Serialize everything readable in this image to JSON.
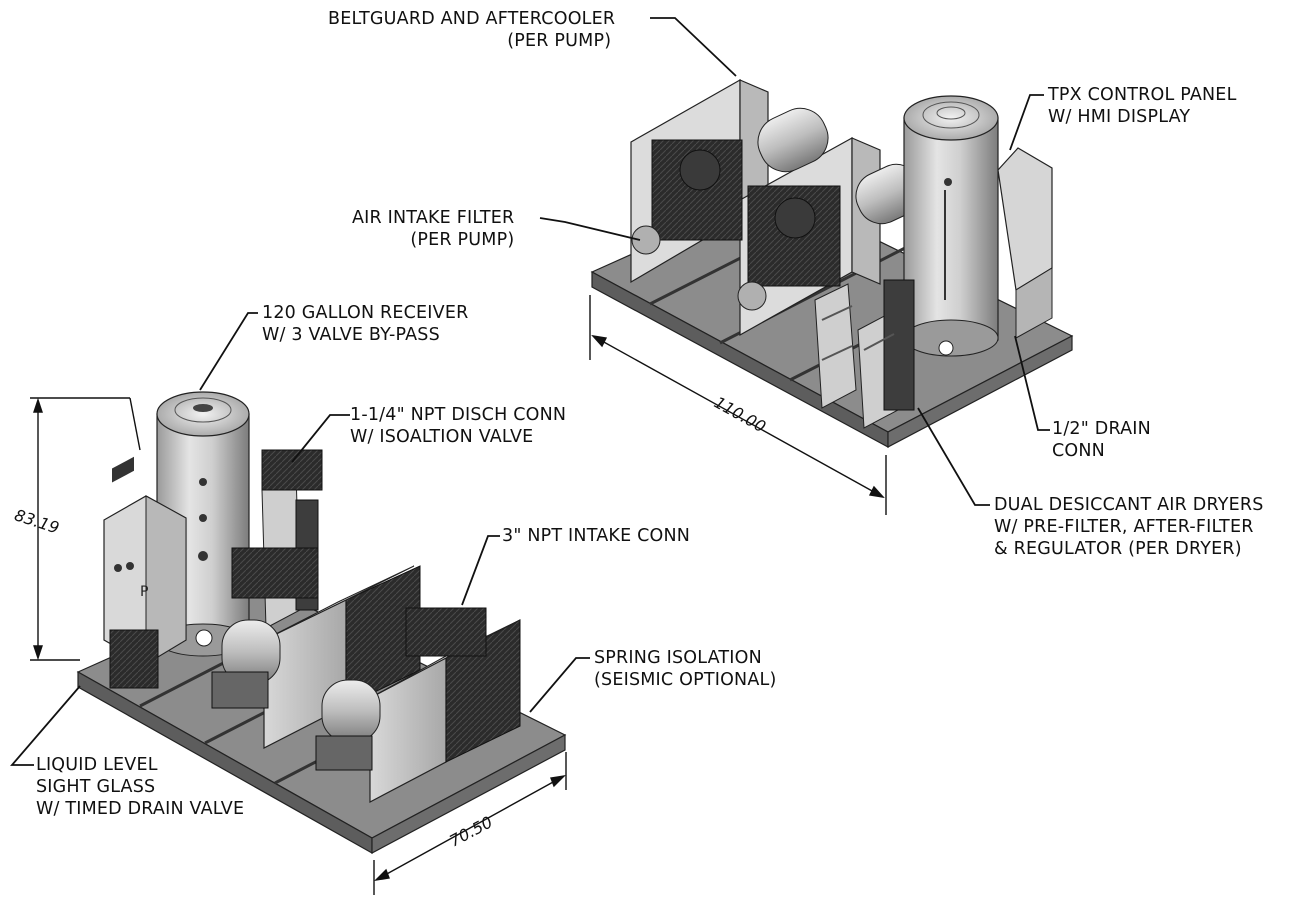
{
  "callouts": {
    "beltguard": {
      "line1": "BELTGUARD AND AFTERCOOLER",
      "line2": "(PER PUMP)"
    },
    "tpx_panel": {
      "line1": "TPX CONTROL PANEL",
      "line2": "W/ HMI DISPLAY"
    },
    "air_intake": {
      "line1": "AIR INTAKE FILTER",
      "line2": "(PER PUMP)"
    },
    "receiver": {
      "line1": "120 GALLON RECEIVER",
      "line2": "W/ 3 VALVE BY-PASS"
    },
    "disch_conn": {
      "line1": "1-1/4\" NPT DISCH CONN",
      "line2": "W/ ISOALTION VALVE"
    },
    "drain_conn": {
      "line1": "1/2\" DRAIN",
      "line2": "CONN"
    },
    "dryers": {
      "line1": "DUAL DESICCANT AIR DRYERS",
      "line2": "W/ PRE-FILTER, AFTER-FILTER",
      "line3": "& REGULATOR (PER DRYER)"
    },
    "intake_conn": {
      "line1": "3\" NPT INTAKE CONN"
    },
    "spring_iso": {
      "line1": "SPRING ISOLATION",
      "line2": "(SEISMIC OPTIONAL)"
    },
    "sight_glass": {
      "line1": "LIQUID LEVEL",
      "line2": "SIGHT GLASS",
      "line3": "W/ TIMED DRAIN VALVE"
    }
  },
  "dimensions": {
    "length": "110.00",
    "height": "83.19",
    "width": "70.50"
  }
}
